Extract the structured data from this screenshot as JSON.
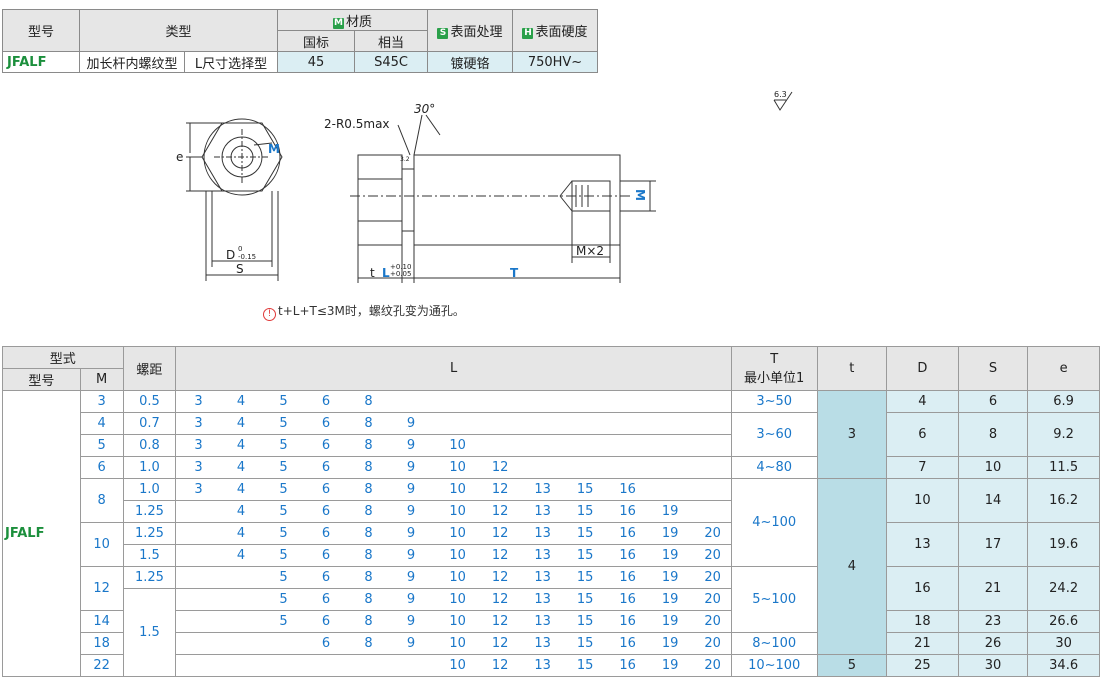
{
  "spec": {
    "h_model": "型号",
    "h_type": "类型",
    "h_material": "材质",
    "m_badge": "M",
    "h_surface": "表面处理",
    "s_badge": "S",
    "h_hardness": "表面硬度",
    "h_badge": "H",
    "h_gb": "国标",
    "h_equiv": "相当",
    "model": "JFALF",
    "type1": "加长杆内螺纹型",
    "type2": "L尺寸选择型",
    "gb": "45",
    "equiv": "S45C",
    "surface": "镀硬铬",
    "hardness": "750HV~"
  },
  "drawing": {
    "r_label": "2-R0.5max",
    "angle": "30°",
    "m_label": "M",
    "e_label": "e",
    "d_label": "D",
    "d_tol_top": "0",
    "d_tol_bot": "-0.15",
    "s_label": "S",
    "t_label": "t",
    "l_label": "L",
    "l_tol_top": "+0.10",
    "l_tol_bot": "+0.05",
    "big_t_label": "T",
    "mx2": "M×2",
    "m_side": "M",
    "rough1": "3.2",
    "roughness": "6.3"
  },
  "note": {
    "icon": "!",
    "text": "t+L+T≤3M时，螺纹孔变为通孔。"
  },
  "table": {
    "h_type": "型式",
    "h_model": "型号",
    "h_m": "M",
    "h_pitch": "螺距",
    "h_l": "L",
    "h_t": "T",
    "h_t_sub": "最小单位1",
    "h_tt": "t",
    "h_d": "D",
    "h_s": "S",
    "h_e": "e",
    "model": "JFALF",
    "rows": [
      {
        "m": "3",
        "pitch": "0.5",
        "L": [
          "3",
          "4",
          "5",
          "6",
          "8",
          "",
          "",
          "",
          "",
          "",
          "",
          "",
          ""
        ]
      },
      {
        "m": "4",
        "pitch": "0.7",
        "L": [
          "3",
          "4",
          "5",
          "6",
          "8",
          "9",
          "",
          "",
          "",
          "",
          "",
          "",
          ""
        ]
      },
      {
        "m": "5",
        "pitch": "0.8",
        "L": [
          "3",
          "4",
          "5",
          "6",
          "8",
          "9",
          "10",
          "",
          "",
          "",
          "",
          "",
          ""
        ]
      },
      {
        "m": "6",
        "pitch": "1.0",
        "L": [
          "3",
          "4",
          "5",
          "6",
          "8",
          "9",
          "10",
          "12",
          "",
          "",
          "",
          "",
          ""
        ]
      },
      {
        "m": "8",
        "pitch": "1.0",
        "L": [
          "3",
          "4",
          "5",
          "6",
          "8",
          "9",
          "10",
          "12",
          "13",
          "15",
          "16",
          "",
          ""
        ]
      },
      {
        "m": "",
        "pitch": "1.25",
        "L": [
          "",
          "4",
          "5",
          "6",
          "8",
          "9",
          "10",
          "12",
          "13",
          "15",
          "16",
          "19",
          ""
        ]
      },
      {
        "m": "10",
        "pitch": "1.25",
        "L": [
          "",
          "4",
          "5",
          "6",
          "8",
          "9",
          "10",
          "12",
          "13",
          "15",
          "16",
          "19",
          "20"
        ]
      },
      {
        "m": "",
        "pitch": "1.5",
        "L": [
          "",
          "4",
          "5",
          "6",
          "8",
          "9",
          "10",
          "12",
          "13",
          "15",
          "16",
          "19",
          "20"
        ]
      },
      {
        "m": "12",
        "pitch": "1.25",
        "L": [
          "",
          "",
          "5",
          "6",
          "8",
          "9",
          "10",
          "12",
          "13",
          "15",
          "16",
          "19",
          "20"
        ]
      },
      {
        "m": "",
        "pitch": "",
        "L": [
          "",
          "",
          "5",
          "6",
          "8",
          "9",
          "10",
          "12",
          "13",
          "15",
          "16",
          "19",
          "20"
        ]
      },
      {
        "m": "14",
        "pitch": "1.5",
        "L": [
          "",
          "",
          "5",
          "6",
          "8",
          "9",
          "10",
          "12",
          "13",
          "15",
          "16",
          "19",
          "20"
        ]
      },
      {
        "m": "18",
        "pitch": "",
        "L": [
          "",
          "",
          "",
          "6",
          "8",
          "9",
          "10",
          "12",
          "13",
          "15",
          "16",
          "19",
          "20"
        ]
      },
      {
        "m": "22",
        "pitch": "",
        "L": [
          "",
          "",
          "",
          "",
          "",
          "",
          "10",
          "12",
          "13",
          "15",
          "16",
          "19",
          "20"
        ]
      }
    ],
    "T": [
      "3~50",
      "3~60",
      "4~80",
      "4~100",
      "5~100",
      "8~100",
      "10~100"
    ],
    "t": [
      "3",
      "4",
      "5"
    ],
    "D": [
      "4",
      "6",
      "7",
      "10",
      "13",
      "16",
      "18",
      "21",
      "25"
    ],
    "S": [
      "6",
      "8",
      "10",
      "14",
      "17",
      "21",
      "23",
      "26",
      "30"
    ],
    "e": [
      "6.9",
      "9.2",
      "11.5",
      "16.2",
      "19.6",
      "24.2",
      "26.6",
      "30",
      "34.6"
    ]
  }
}
